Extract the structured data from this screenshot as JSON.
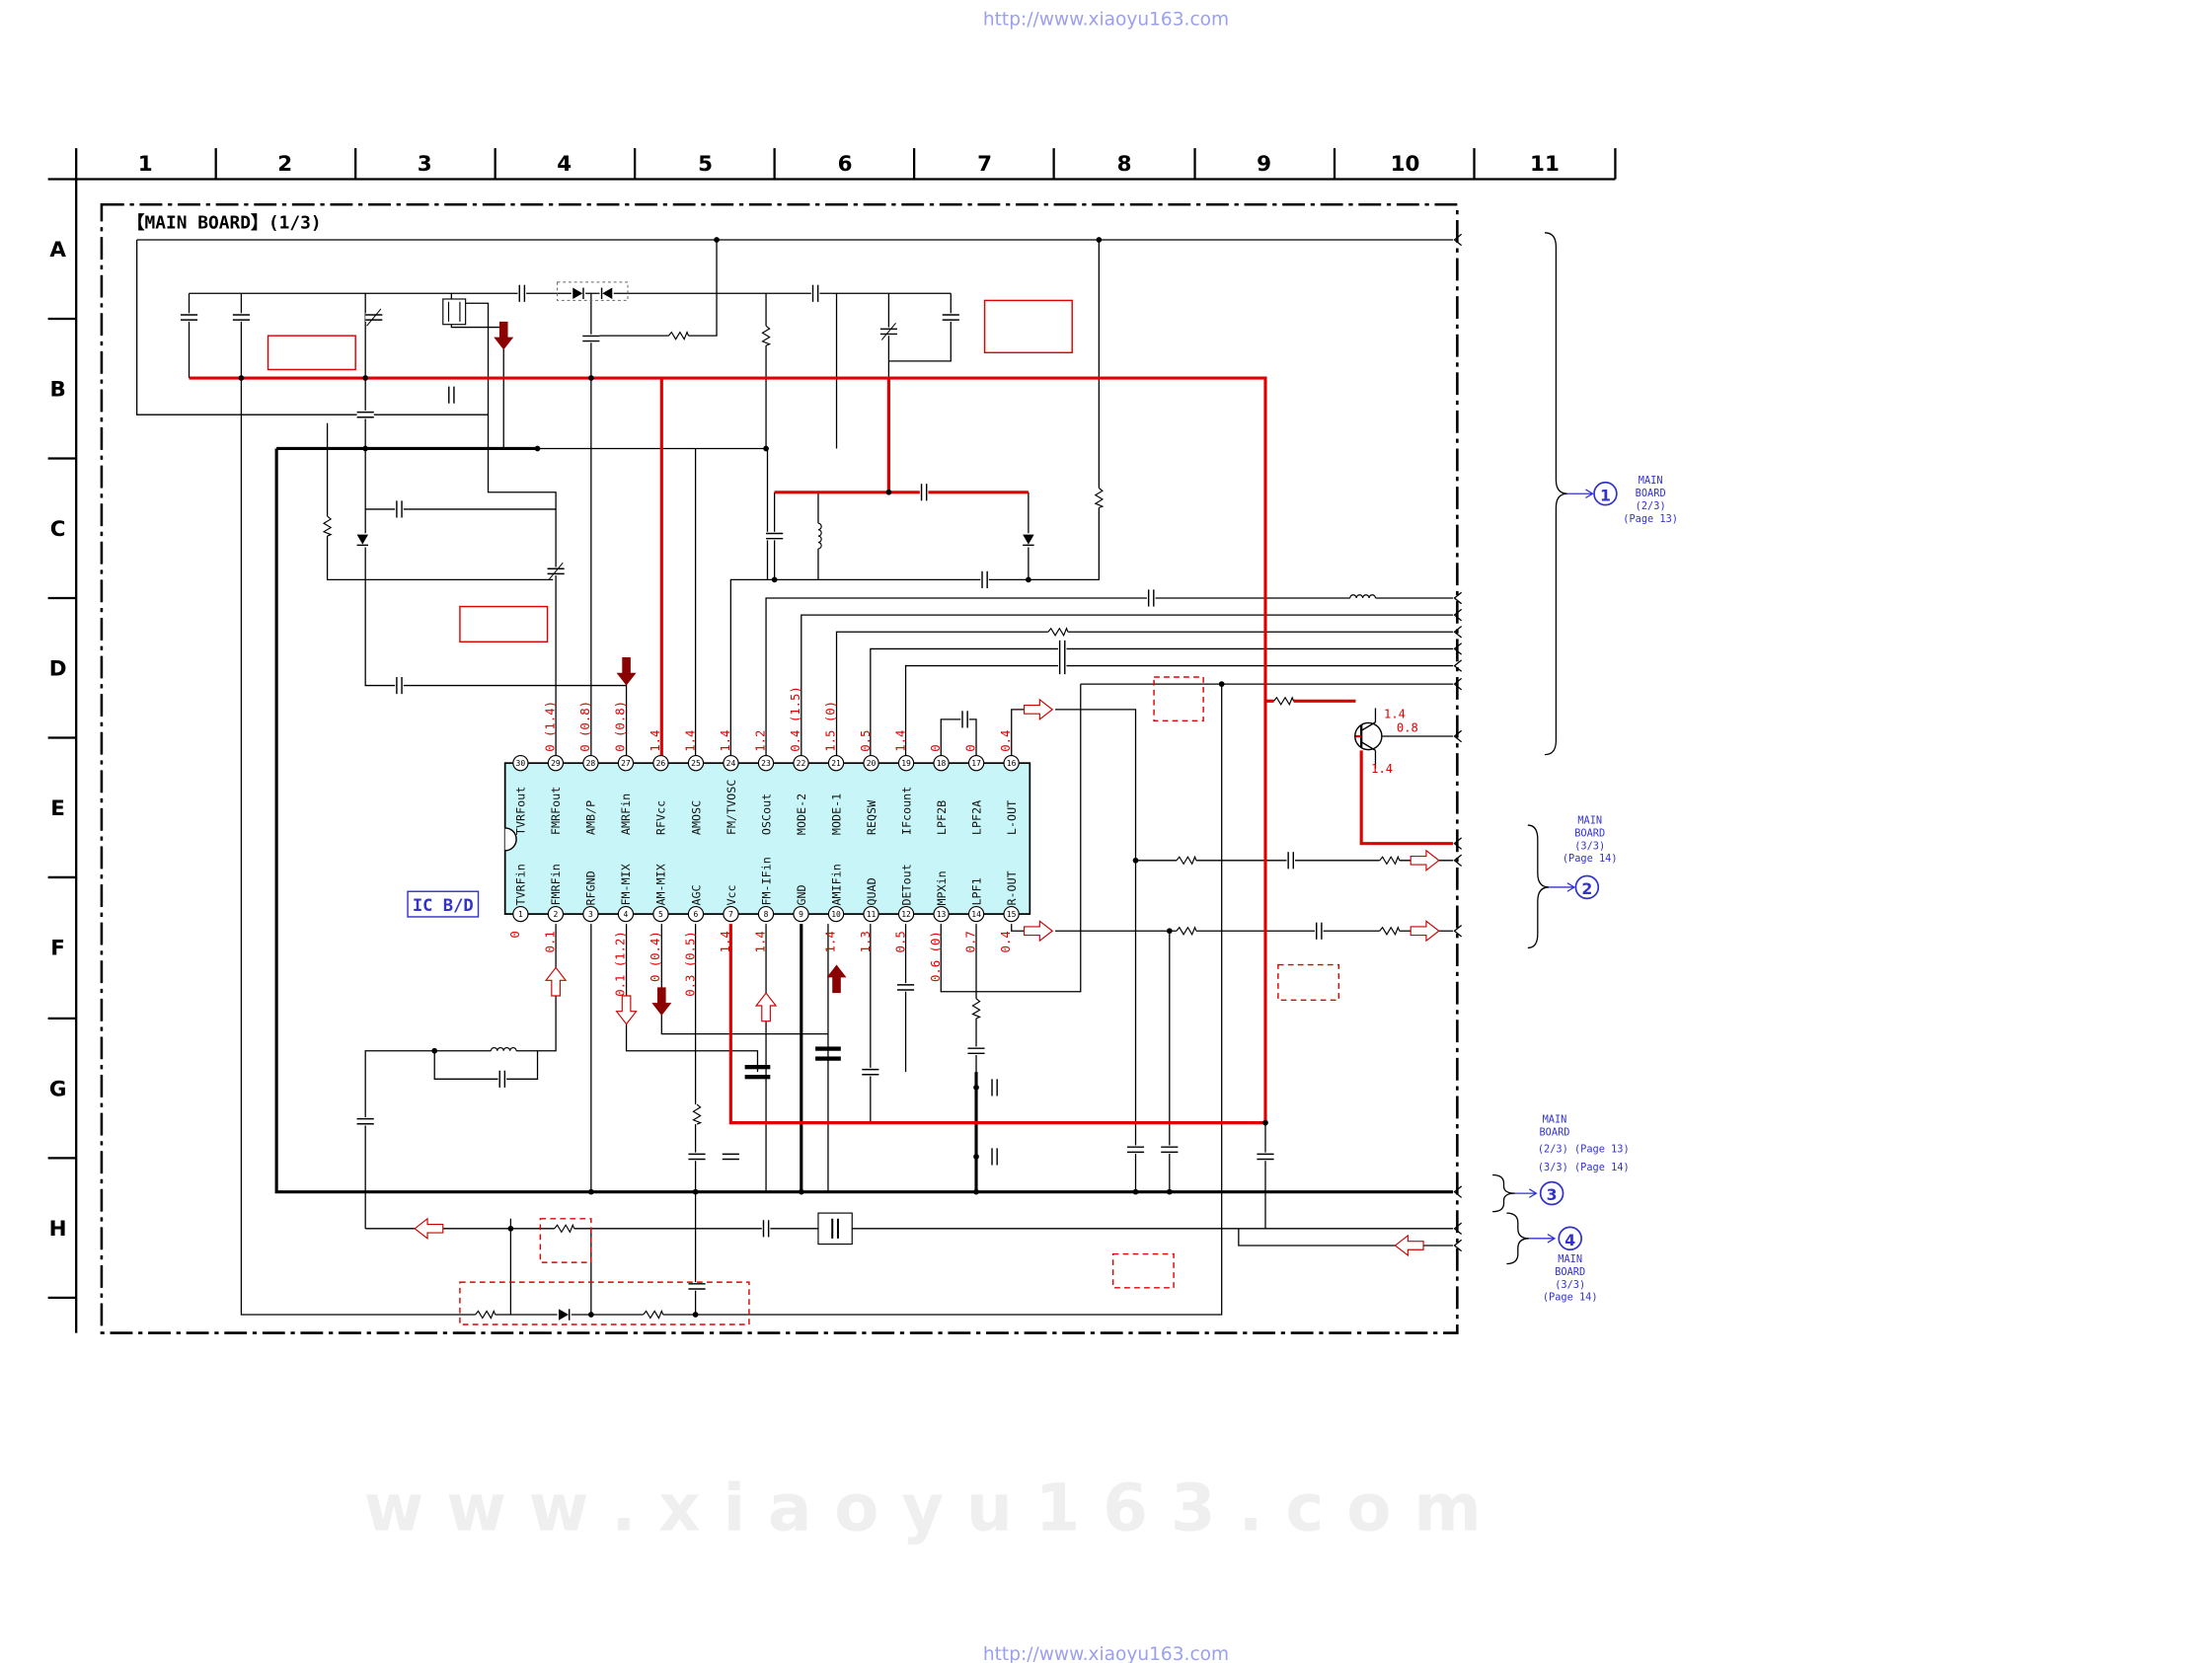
{
  "header_url": "http://www.xiaoyu163.com",
  "footer_url": "http://www.xiaoyu163.com",
  "columns": [
    "1",
    "2",
    "3",
    "4",
    "5",
    "6",
    "7",
    "8",
    "9",
    "10",
    "11"
  ],
  "rows": [
    "A",
    "B",
    "C",
    "D",
    "E",
    "F",
    "G",
    "H"
  ],
  "board_title": "【MAIN BOARD】(1/3)",
  "ic": {
    "name": "IC B/D",
    "pins": [
      {
        "num": "1",
        "label": "TVRFin",
        "voltage": "0"
      },
      {
        "num": "2",
        "label": "FMRFin",
        "voltage": "0.1"
      },
      {
        "num": "3",
        "label": "RFGND",
        "voltage": ""
      },
      {
        "num": "4",
        "label": "FM-MIX",
        "voltage": "0.1 (1.2)"
      },
      {
        "num": "5",
        "label": "AM-MIX",
        "voltage": "0 (0.4)"
      },
      {
        "num": "6",
        "label": "AGC",
        "voltage": "0.3 (0.5)"
      },
      {
        "num": "7",
        "label": "Vcc",
        "voltage": "1.4"
      },
      {
        "num": "8",
        "label": "FM-IFin",
        "voltage": "1.4"
      },
      {
        "num": "9",
        "label": "GND",
        "voltage": ""
      },
      {
        "num": "10",
        "label": "AMIFin",
        "voltage": "1.4"
      },
      {
        "num": "11",
        "label": "QUAD",
        "voltage": "1.3"
      },
      {
        "num": "12",
        "label": "DETout",
        "voltage": "0.5"
      },
      {
        "num": "13",
        "label": "MPXin",
        "voltage": "0.6 (0)"
      },
      {
        "num": "14",
        "label": "LPF1",
        "voltage": "0.7"
      },
      {
        "num": "15",
        "label": "R-OUT",
        "voltage": "0.4"
      },
      {
        "num": "16",
        "label": "L-OUT",
        "voltage": "0.4"
      },
      {
        "num": "17",
        "label": "LPF2A",
        "voltage": "0"
      },
      {
        "num": "18",
        "label": "LPF2B",
        "voltage": "0"
      },
      {
        "num": "19",
        "label": "IFcount",
        "voltage": "1.4"
      },
      {
        "num": "20",
        "label": "REQSW",
        "voltage": "0.5"
      },
      {
        "num": "21",
        "label": "MODE-1",
        "voltage": "1.5 (0)"
      },
      {
        "num": "22",
        "label": "MODE-2",
        "voltage": "0.4 (1.5)"
      },
      {
        "num": "23",
        "label": "OSCout",
        "voltage": "1.2"
      },
      {
        "num": "24",
        "label": "FM/TVOSC",
        "voltage": "1.4"
      },
      {
        "num": "25",
        "label": "AMOSC",
        "voltage": "1.4"
      },
      {
        "num": "26",
        "label": "RFVcc",
        "voltage": "1.4"
      },
      {
        "num": "27",
        "label": "AMRFin",
        "voltage": "0 (0.8)"
      },
      {
        "num": "28",
        "label": "AMB/P",
        "voltage": "0 (0.8)"
      },
      {
        "num": "29",
        "label": "FMRFout",
        "voltage": "0 (1.4)"
      },
      {
        "num": "30",
        "label": "TVRFout",
        "voltage": ""
      }
    ]
  },
  "transistor_voltages": [
    "1.4",
    "0.8",
    "1.4"
  ],
  "connectors": [
    {
      "number": "1",
      "lines": [
        "MAIN",
        "BOARD",
        "(2/3)",
        "(Page 13)"
      ]
    },
    {
      "number": "2",
      "lines": [
        "MAIN",
        "BOARD",
        "(3/3)",
        "(Page 14)"
      ]
    },
    {
      "number": "3",
      "lines": [
        "MAIN",
        "BOARD",
        "(2/3)  (Page 13)",
        "(3/3)  (Page 14)"
      ]
    },
    {
      "number": "4",
      "lines": [
        "MAIN",
        "BOARD",
        "(3/3)",
        "(Page 14)"
      ]
    }
  ],
  "colors": {
    "ic_fill": "#c8f6f8",
    "voltage": "#e00000",
    "connector": "#3333cc",
    "am_arrow": "#8b0000"
  },
  "watermark": "w w w . x i a o y u 1 6 3 . c o m"
}
